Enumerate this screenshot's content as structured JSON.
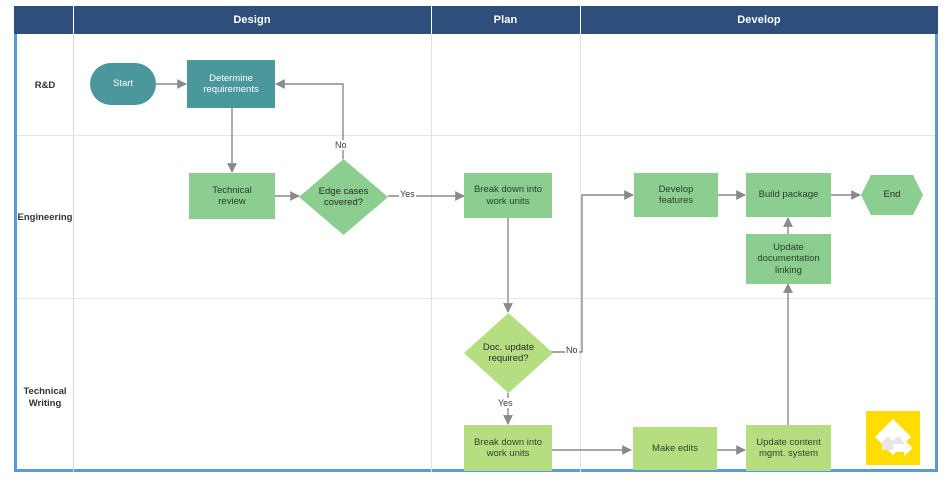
{
  "diagram": {
    "title": "Software release swimlane flowchart",
    "colors": {
      "header_band": "#2E4F7C",
      "frame_border": "#5B9BD5",
      "teal_node": "#4A989C",
      "green_node": "#8BCE90",
      "light_green_node": "#B5DE81",
      "connector": "#808080",
      "logo_background": "#FFDD00"
    },
    "phases": [
      {
        "label": "Design"
      },
      {
        "label": "Plan"
      },
      {
        "label": "Develop"
      }
    ],
    "lanes": [
      {
        "label": "R&D"
      },
      {
        "label": "Engineering"
      },
      {
        "label": "Technical\nWriting",
        "line1": "Technical",
        "line2": "Writing"
      }
    ],
    "nodes": [
      {
        "id": "start",
        "label": "Start",
        "shape": "oval",
        "color": "teal",
        "lane": "R&D",
        "phase": "Design"
      },
      {
        "id": "determine",
        "label": "Determine requirements",
        "shape": "rect",
        "color": "teal",
        "lane": "R&D",
        "phase": "Design"
      },
      {
        "id": "techreview",
        "label": "Technical review",
        "shape": "rect",
        "color": "green",
        "lane": "Engineering",
        "phase": "Design"
      },
      {
        "id": "edgecases",
        "label": "Edge cases covered?",
        "shape": "diamond",
        "color": "green",
        "lane": "Engineering",
        "phase": "Design"
      },
      {
        "id": "breakdown1",
        "label": "Break down into work units",
        "shape": "rect",
        "color": "green",
        "lane": "Engineering",
        "phase": "Plan"
      },
      {
        "id": "developfeat",
        "label": "Develop features",
        "shape": "rect",
        "color": "green",
        "lane": "Engineering",
        "phase": "Develop"
      },
      {
        "id": "buildpkg",
        "label": "Build package",
        "shape": "rect",
        "color": "green",
        "lane": "Engineering",
        "phase": "Develop"
      },
      {
        "id": "end",
        "label": "End",
        "shape": "hexagon",
        "color": "green",
        "lane": "Engineering",
        "phase": "Develop"
      },
      {
        "id": "updatedoclink",
        "label": "Update documentation linking",
        "shape": "rect",
        "color": "green",
        "lane": "Engineering",
        "phase": "Develop"
      },
      {
        "id": "docupdate",
        "label": "Doc. update required?",
        "shape": "diamond",
        "color": "light_green",
        "lane": "Technical Writing",
        "phase": "Plan"
      },
      {
        "id": "breakdown2",
        "label": "Break down into work units",
        "shape": "rect",
        "color": "light_green",
        "lane": "Technical Writing",
        "phase": "Plan"
      },
      {
        "id": "makeedits",
        "label": "Make edits",
        "shape": "rect",
        "color": "light_green",
        "lane": "Technical Writing",
        "phase": "Develop"
      },
      {
        "id": "updatecms",
        "label": "Update content mgmt. system",
        "shape": "rect",
        "color": "light_green",
        "lane": "Technical Writing",
        "phase": "Develop"
      }
    ],
    "node_labels": {
      "start": "Start",
      "determine_line1": "Determine",
      "determine_line2": "requirements",
      "techreview_line1": "Technical",
      "techreview_line2": "review",
      "edgecases_line1": "Edge cases",
      "edgecases_line2": "covered?",
      "breakdown1_line1": "Break down into",
      "breakdown1_line2": "work units",
      "developfeat_line1": "Develop",
      "developfeat_line2": "features",
      "buildpkg": "Build package",
      "end": "End",
      "updatedoclink_line1": "Update",
      "updatedoclink_line2": "documentation",
      "updatedoclink_line3": "linking",
      "docupdate_line1": "Doc. update",
      "docupdate_line2": "required?",
      "breakdown2_line1": "Break down into",
      "breakdown2_line2": "work units",
      "makeedits": "Make edits",
      "updatecms_line1": "Update content",
      "updatecms_line2": "mgmt. system"
    },
    "edges": [
      {
        "from": "start",
        "to": "determine",
        "label": ""
      },
      {
        "from": "determine",
        "to": "techreview",
        "label": ""
      },
      {
        "from": "techreview",
        "to": "edgecases",
        "label": ""
      },
      {
        "from": "edgecases",
        "to": "determine",
        "label": "No"
      },
      {
        "from": "edgecases",
        "to": "breakdown1",
        "label": "Yes"
      },
      {
        "from": "breakdown1",
        "to": "docupdate",
        "label": ""
      },
      {
        "from": "docupdate",
        "to": "developfeat",
        "label": "No"
      },
      {
        "from": "docupdate",
        "to": "breakdown2",
        "label": "Yes"
      },
      {
        "from": "developfeat",
        "to": "buildpkg",
        "label": ""
      },
      {
        "from": "buildpkg",
        "to": "end",
        "label": ""
      },
      {
        "from": "updatedoclink",
        "to": "buildpkg",
        "label": ""
      },
      {
        "from": "breakdown2",
        "to": "makeedits",
        "label": ""
      },
      {
        "from": "makeedits",
        "to": "updatecms",
        "label": ""
      },
      {
        "from": "updatecms",
        "to": "updatedoclink",
        "label": ""
      }
    ],
    "edge_labels": {
      "no_edgecases": "No",
      "yes_edgecases": "Yes",
      "no_docupdate": "No",
      "yes_docupdate": "Yes"
    }
  }
}
